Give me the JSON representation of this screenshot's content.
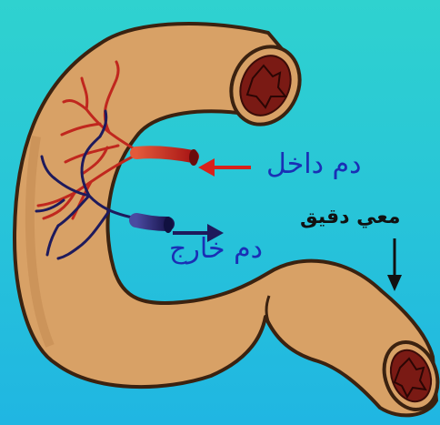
{
  "labels": {
    "blood_in": "دم داخل",
    "blood_out": "دم خارج",
    "small_intestine": "معي دقيق"
  },
  "colors": {
    "background_top": "#2fd0d0",
    "background_bottom": "#22b9e0",
    "intestine_wall": "#d9a36a",
    "intestine_outline": "#4a2a16",
    "lumen": "#7a1a14",
    "artery": "#c0271e",
    "vein": "#1e1a5c",
    "label_blue": "#1a2fb5"
  },
  "icons": {
    "arrow_in": "left-arrow-icon",
    "arrow_out": "right-arrow-icon",
    "arrow_intestine": "down-arrow-icon"
  }
}
